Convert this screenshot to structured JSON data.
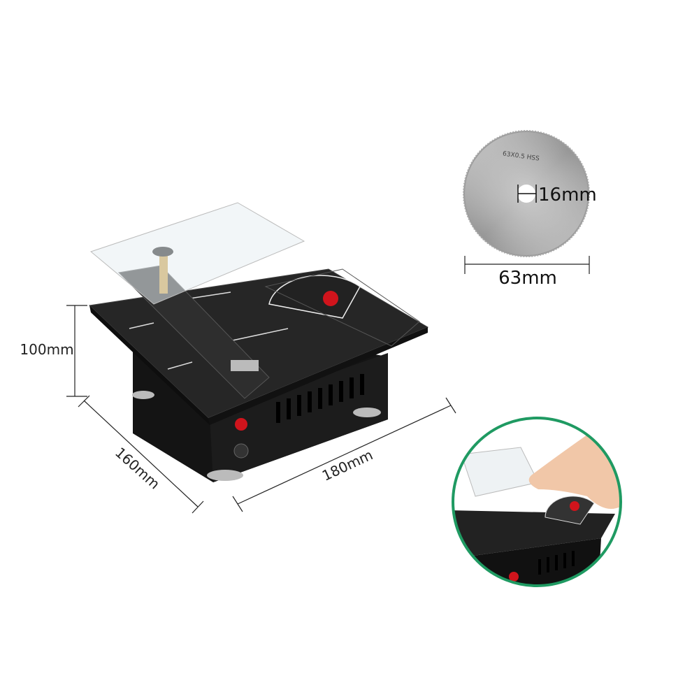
{
  "dimensions": {
    "height": "100mm",
    "depth": "160mm",
    "width": "180mm"
  },
  "blade": {
    "engraving": "63X0.5 HSS",
    "bore": "16mm",
    "diameter": "63mm"
  },
  "colors": {
    "inset_ring": "#1f9a62",
    "body": "#1a1a1a",
    "accent_red": "#d0141c"
  }
}
